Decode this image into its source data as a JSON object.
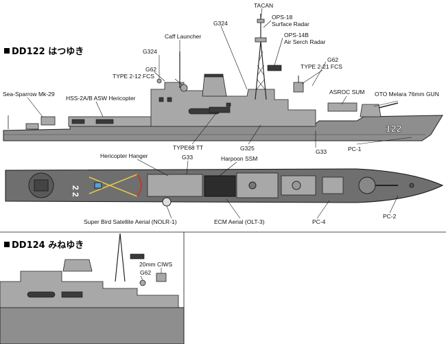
{
  "sections": [
    {
      "id": "dd122",
      "title": "DD122 はつゆき"
    },
    {
      "id": "dd124",
      "title": "DD124 みねゆき"
    }
  ],
  "hull_number_side": "122",
  "hull_number_deck": "2 2",
  "labels": {
    "tacan": "TACAN",
    "ops18": "OPS-18",
    "surface_radar": "Surface Radar",
    "ops14b": "OPS-14B",
    "air_radar": "Air Serch Radar",
    "g324_a": "G324",
    "g324_b": "G324",
    "caff": "Caff Launcher",
    "g62_a": "G62",
    "g62_b": "G62",
    "type212": "TYPE 2-12 FCS",
    "type221": "TYPE 2-21 FCS",
    "seasparrow": "Sea-Sparrow Mk-29",
    "hss": "HSS-2A/B ASW Hericopter",
    "asroc": "ASROC SUM",
    "oto": "OTO Melara 76mm GUN",
    "type68": "TYPE68 TT",
    "g325": "G325",
    "g33_a": "G33",
    "pc1": "PC-1",
    "hangar": "Hericopter Hanger",
    "g33_b": "G33",
    "harpoon": "Harpoon SSM",
    "superbird": "Super Bird Satellite Aerial (NOLR-1)",
    "ecm": "ECM Aerial (OLT-3)",
    "pc4": "PC-4",
    "pc2": "PC-2",
    "ciws": "20mm CIWS",
    "g62_c": "G62"
  }
}
